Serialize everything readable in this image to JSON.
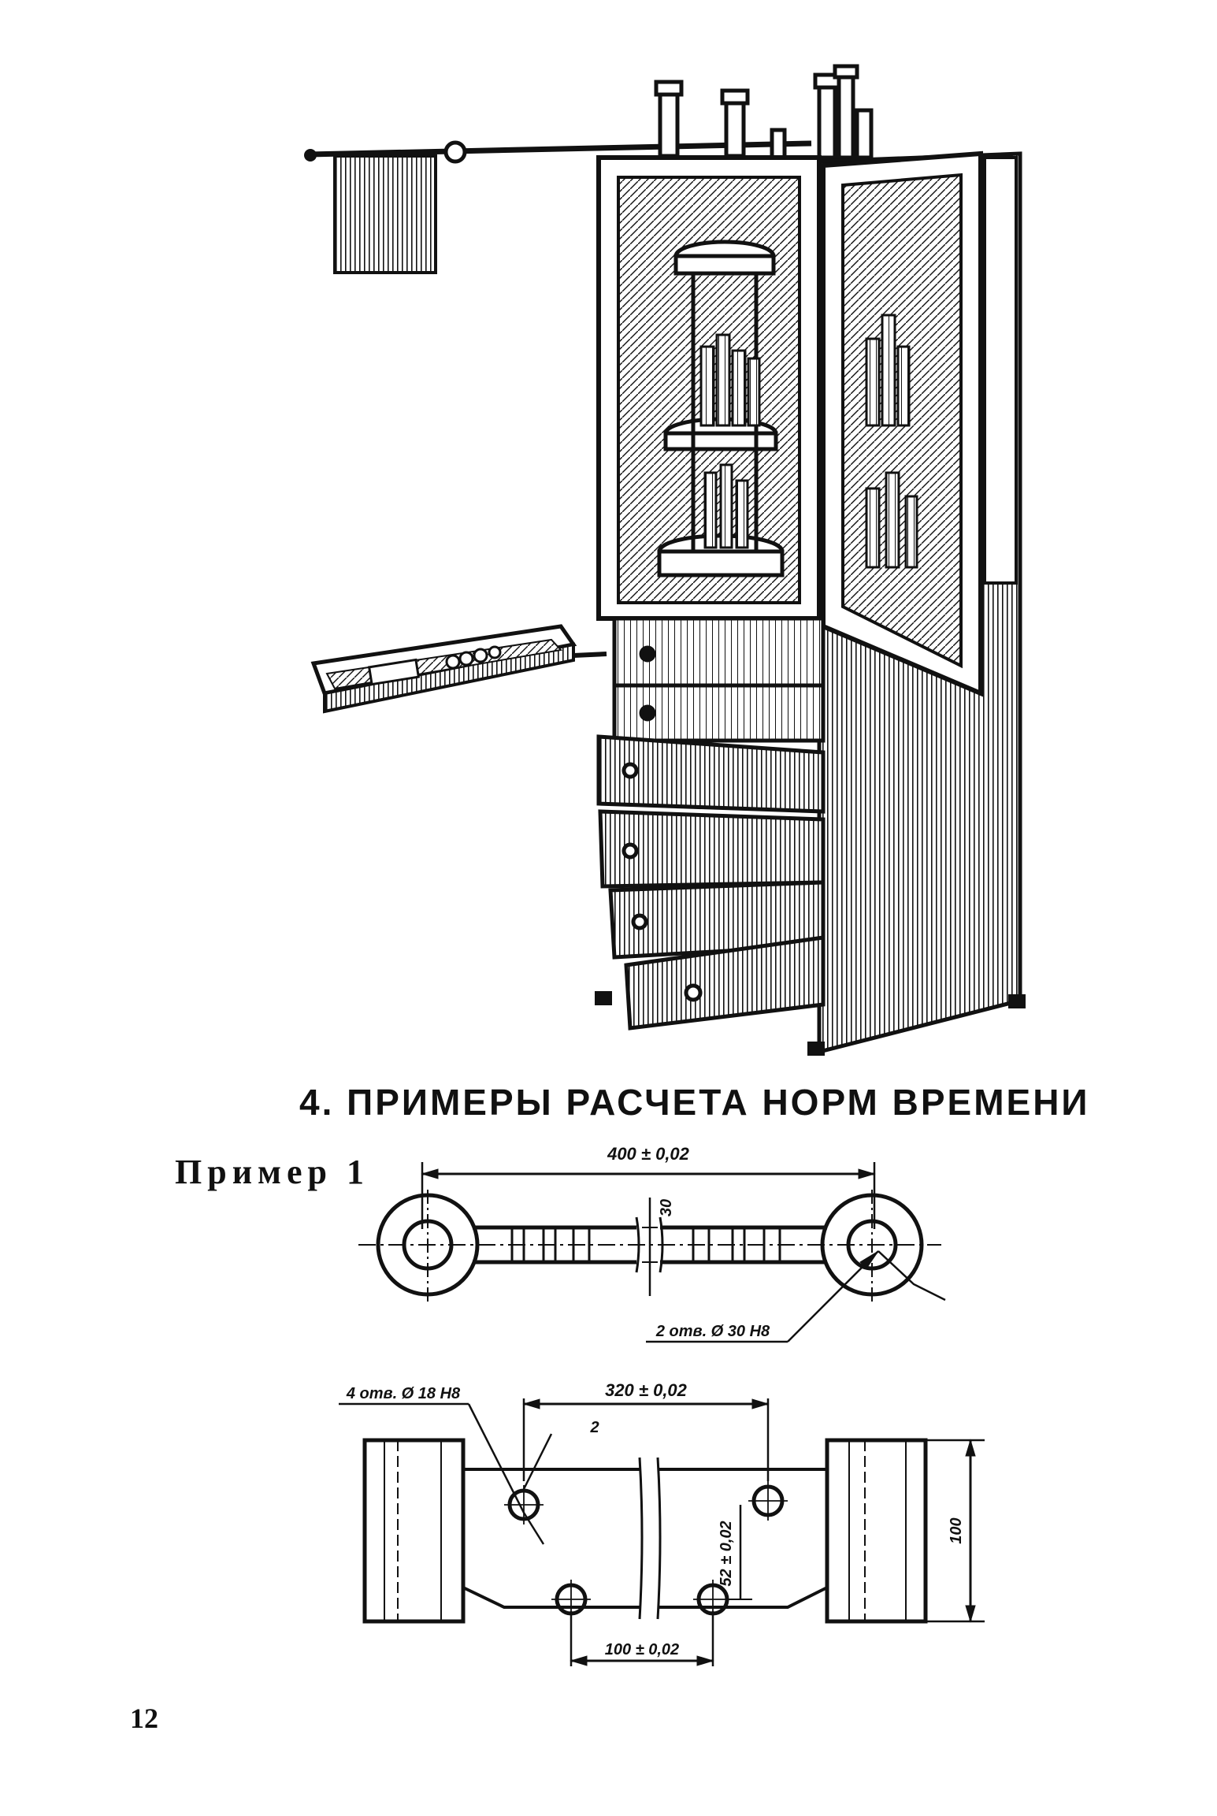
{
  "section_heading": "4. ПРИМЕРЫ РАСЧЕТА НОРМ ВРЕМЕНИ",
  "example_label": "Пример 1",
  "page_number": "12",
  "drawing1": {
    "dim_length": "400 ± 0,02",
    "dim_width": "30",
    "hole_callout": "2 отв. Ø 30 Н8"
  },
  "drawing2": {
    "hole_callout": "4 отв. Ø 18 Н8",
    "dim_top": "320 ± 0,02",
    "leader_2": "2",
    "dim_vertical": "52 ± 0,02",
    "dim_height": "100",
    "dim_bottom": "100 ± 0,02"
  }
}
